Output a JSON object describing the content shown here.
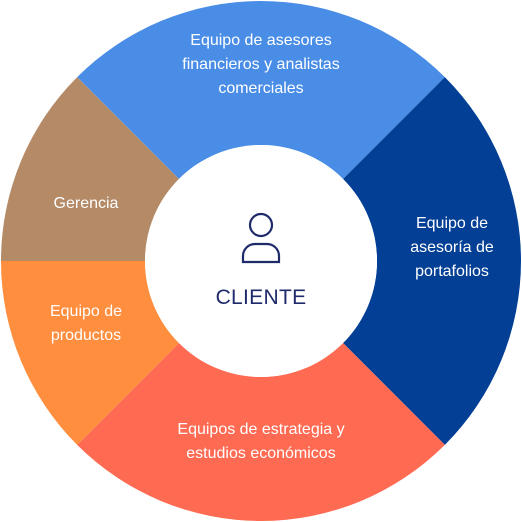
{
  "center": {
    "label": "CLIENTE",
    "icon": "person-icon",
    "color": "#1f2a6b"
  },
  "segments": [
    {
      "id": "asesores",
      "lines": [
        "Equipo de asesores",
        "financieros y analistas",
        "comerciales"
      ],
      "color": "#4a8de6"
    },
    {
      "id": "portafolios",
      "lines": [
        "Equipo de",
        "asesoría de",
        "portafolios"
      ],
      "color": "#033f95"
    },
    {
      "id": "estrategia",
      "lines": [
        "Equipos de estrategia y",
        "estudios económicos"
      ],
      "color": "#ff6a52"
    },
    {
      "id": "productos",
      "lines": [
        "Equipo de",
        "productos"
      ],
      "color": "#ff8e3f"
    },
    {
      "id": "gerencia",
      "lines": [
        "Gerencia"
      ],
      "color": "#b48a67"
    }
  ]
}
